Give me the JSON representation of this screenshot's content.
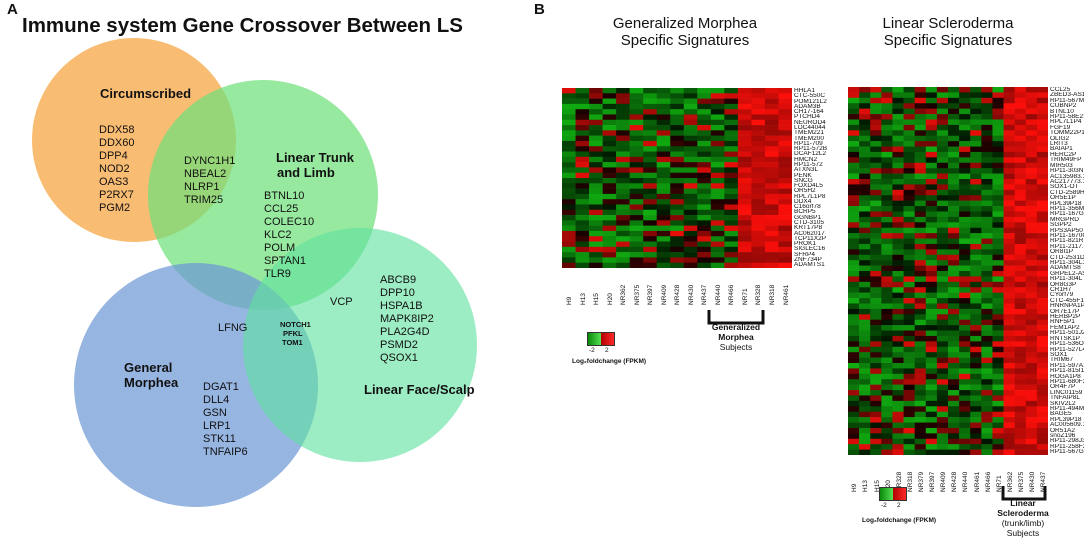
{
  "panel_a": {
    "label": "A",
    "title": "Immune system Gene Crossover Between LS",
    "circles": {
      "circumscribed": {
        "title": "Circumscribed",
        "color": "#f8b05a",
        "genes": [
          "DDX58",
          "DDX60",
          "DPP4",
          "NOD2",
          "OAS3",
          "P2RX7",
          "PGM2"
        ]
      },
      "linear_trunk": {
        "title_l1": "Linear Trunk",
        "title_l2": "and Limb",
        "color": "#7fe07a",
        "genes": [
          "BTNL10",
          "CCL25",
          "COLEC10",
          "KLC2",
          "POLM",
          "SPTAN1",
          "TLR9"
        ]
      },
      "general_morphea": {
        "title_l1": "General",
        "title_l2": "Morphea",
        "color": "#7aa0d8",
        "genes": [
          "DGAT1",
          "DLL4",
          "GSN",
          "LRP1",
          "STK11",
          "TNFAIP6"
        ]
      },
      "linear_face": {
        "title": "Linear Face/Scalp",
        "color": "#6fe0a8",
        "genes": [
          "ABCB9",
          "DPP10",
          "HSPA1B",
          "MAPK8IP2",
          "PLA2G4D",
          "PSMD2",
          "QSOX1"
        ]
      }
    },
    "overlaps": {
      "circ_trunk": [
        "DYNC1H1",
        "NBEAL2",
        "NLRP1",
        "TRIM25"
      ],
      "trunk_general": "LFNG",
      "trunk_face": "VCP",
      "center": [
        "NOTCH1",
        "PFKL",
        "TOM1"
      ]
    }
  },
  "panel_b": {
    "label": "B",
    "left": {
      "title_l1": "Generalized Morphea",
      "title_l2": "Specific Signatures",
      "row_labels": [
        "HHLA1",
        "CTC-550C",
        "POM121L2",
        "ADAM3B",
        "CH17-164",
        "PTCHD4",
        "NEUROD4",
        "LOC44044",
        "TMEM221",
        "TMEM200",
        "RP11-709",
        "RP11-572B",
        "DCAF12L2",
        "HMCN2",
        "RP11-572",
        "ATXN3L",
        "PENK",
        "SNCG",
        "FOXD4L5",
        "OR5H2",
        "RPL7L1P8",
        "DDX4",
        "C16orf78",
        "BCRP5",
        "GGNBP1",
        "CTD-3105",
        "KRT17P8",
        "AC062017",
        "TCP11X2P",
        "PROK1",
        "SIGLEC16",
        "SFRP4",
        "ZNF734P",
        "ADAMTS1"
      ],
      "col_labels": [
        "H9",
        "H13",
        "H15",
        "H20",
        "NR362",
        "NR375",
        "NR397",
        "NR409",
        "NR428",
        "NR430",
        "NR437",
        "NR440",
        "NR466",
        "NR71",
        "NR328",
        "NR318",
        "NR461"
      ],
      "subjects": [
        "Generalized",
        "Morphea",
        "Subjects"
      ],
      "legend": {
        "min": "-2",
        "max": "2",
        "label": "Log₂foldchange (FPKM)"
      }
    },
    "right": {
      "title_l1": "Linear Scleroderma",
      "title_l2": "Specific Signatures",
      "row_labels": [
        "CCL25",
        "ZBED3-AS1",
        "RP11-567M",
        "CUBNP2",
        "BTNL10",
        "RP11-58E21",
        "RPL7L1P4",
        "FGF19",
        "TOMM22P1",
        "OLIG2",
        "LRIT3",
        "BAIAP1",
        "HERC2P",
        "TRIM49FP",
        "MIR503",
        "RP11-303N",
        "AC135983.1",
        "AC217773.1",
        "SOX1-OT",
        "CTD-2589H",
        "OR5E1P",
        "RPL39P18",
        "RP11-356M",
        "RP11-167G",
        "MRGPRD",
        "SGPP2",
        "RPS3AP50",
        "RP11-1670C",
        "RP11-821R",
        "RP11-2117.1",
        "OR8I1P",
        "CTD-2531D",
        "RP11-304L1",
        "ADAMTS8",
        "GRPEL2-AS",
        "RP11-304L",
        "OR8G3P",
        "CR1H7",
        "CYorf79",
        "CTC-455F18",
        "HNRNPA1P",
        "OR7E17P",
        "HERBP2P",
        "RNF5P1",
        "FEM1AP2",
        "RP11-501J2",
        "RNTSK1P",
        "RP11-536O",
        "RP11-527L4",
        "SOX1",
        "TRIM67",
        "RP11-597A1",
        "RP11-815I16",
        "HOGA1P8",
        "RP11-680F2",
        "OR4F7P",
        "LINC01159",
        "TNFAIP8L",
        "SKIV2L2",
        "RP11-494M",
        "BAGE5",
        "RPL39P18",
        "AC005609.1",
        "OR51A2",
        "snoZ196",
        "RP11-298J3",
        "RP11-258F22",
        "RP11-567G2"
      ],
      "col_labels": [
        "H9",
        "H13",
        "H15",
        "H20",
        "NR328",
        "NR318",
        "NR379",
        "NR397",
        "NR409",
        "NR428",
        "NR440",
        "NR461",
        "NR466",
        "NR71",
        "NR362",
        "NR375",
        "NR430",
        "NR437"
      ],
      "subjects": [
        "Linear",
        "Scleroderma",
        "(trunk/limb)",
        "Subjects"
      ],
      "legend": {
        "min": "-2",
        "max": "2",
        "label": "Log₂foldchange (FPKM)"
      }
    }
  }
}
